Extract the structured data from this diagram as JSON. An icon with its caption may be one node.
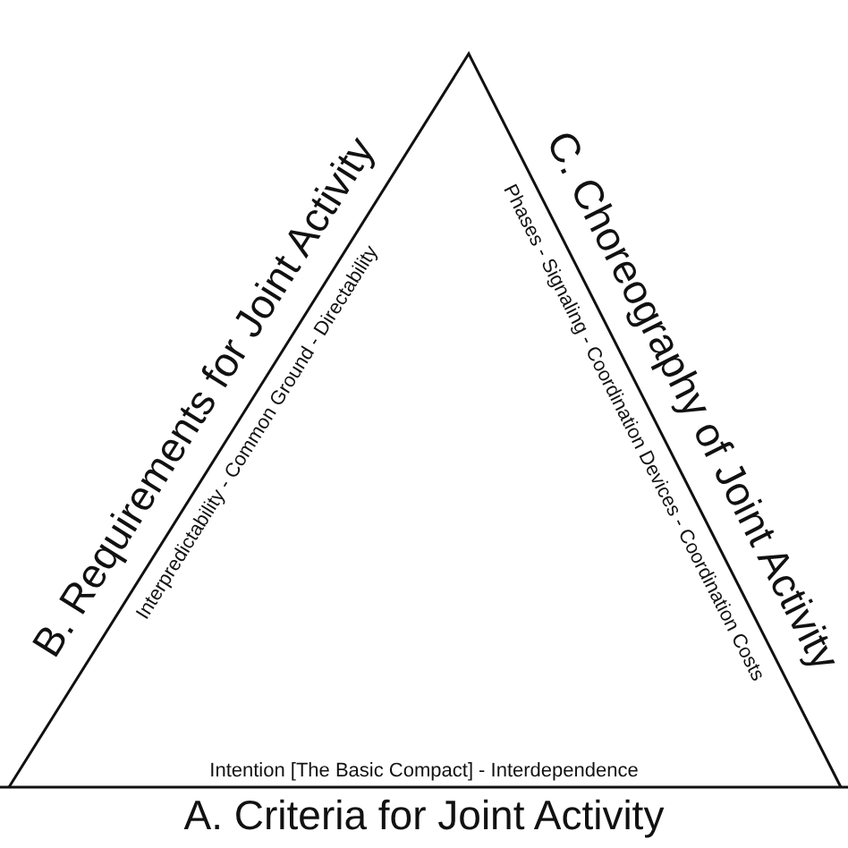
{
  "diagram": {
    "labels": [
      "B. Requirements for Joint Activity",
      "Interpredictability - Common Ground - Directability",
      "C. Choreography of Joint Activity",
      "Phases - Signaling - Coordination Devices - Coordination Costs",
      "Intention [The Basic Compact] - Interdependence",
      "A. Criteria for Joint Activity"
    ]
  }
}
